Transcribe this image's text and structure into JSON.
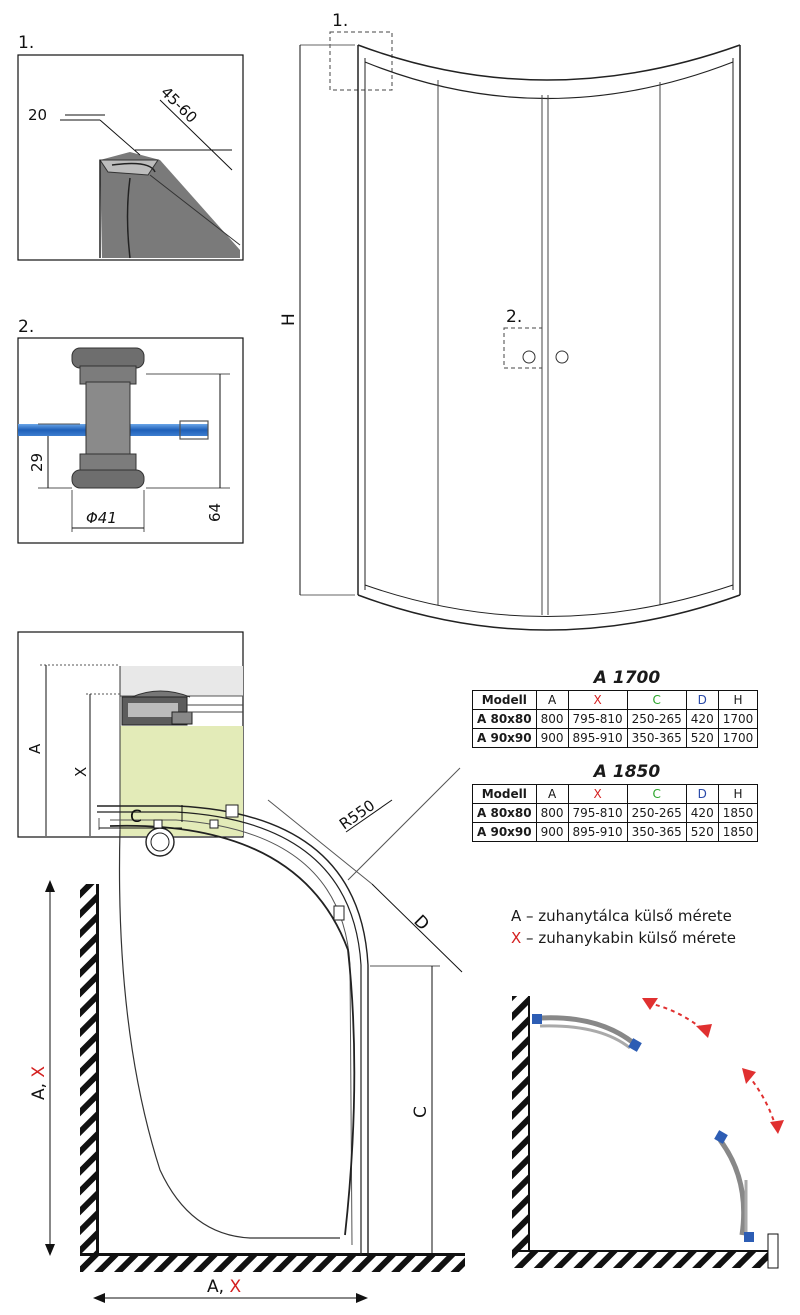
{
  "callouts": {
    "detail1": "1.",
    "detail2": "2."
  },
  "detail1": {
    "dim_a": "20",
    "dim_b": "45-60"
  },
  "detail2": {
    "dim_h": "29",
    "dim_dia": "Φ41",
    "dim_total": "64"
  },
  "front_view": {
    "height_label": "H",
    "callout1": "1.",
    "callout2": "2."
  },
  "tray_section": {
    "label_a": "A",
    "label_x": "X"
  },
  "tables": [
    {
      "title": "A 1700",
      "headers": [
        "Modell",
        "A",
        "X",
        "C",
        "D",
        "H"
      ],
      "rows": [
        [
          "A 80x80",
          "800",
          "795-810",
          "250-265",
          "420",
          "1700"
        ],
        [
          "A 90x90",
          "900",
          "895-910",
          "350-365",
          "520",
          "1700"
        ]
      ]
    },
    {
      "title": "A 1850",
      "headers": [
        "Modell",
        "A",
        "X",
        "C",
        "D",
        "H"
      ],
      "rows": [
        [
          "A 80x80",
          "800",
          "795-810",
          "250-265",
          "420",
          "1850"
        ],
        [
          "A 90x90",
          "900",
          "895-910",
          "350-365",
          "520",
          "1850"
        ]
      ]
    }
  ],
  "legend": [
    {
      "key": "A",
      "text": " – zuhanytálca külső mérete",
      "color": "#1a1a1a"
    },
    {
      "key": "X",
      "text": " – zuhanykabin külső mérete",
      "color": "#d42020"
    }
  ],
  "plan": {
    "c_top": "C",
    "c_right": "C",
    "d_label": "D",
    "radius": "R550",
    "side_label_a": "A, ",
    "side_label_x": "X",
    "bottom_label_a": "A, ",
    "bottom_label_x": "X"
  },
  "colors": {
    "red": "#d42020",
    "green": "#2aa42a",
    "blue": "#2a4aa8",
    "tray": "#e3ebb8",
    "gray": "#8c8c8c"
  }
}
